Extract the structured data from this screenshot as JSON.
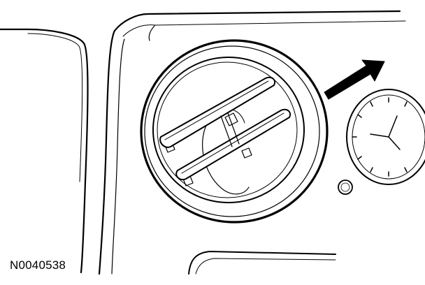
{
  "figure": {
    "caption": "N0040538",
    "stroke_color": "#000000",
    "fill_color": "#ffffff"
  },
  "parts": [
    "instrument-panel-left-section",
    "instrument-panel-bezel",
    "air-register-vent",
    "vent-louver-vane",
    "callout-arrow-icon",
    "clock-gauge",
    "round-knob"
  ]
}
